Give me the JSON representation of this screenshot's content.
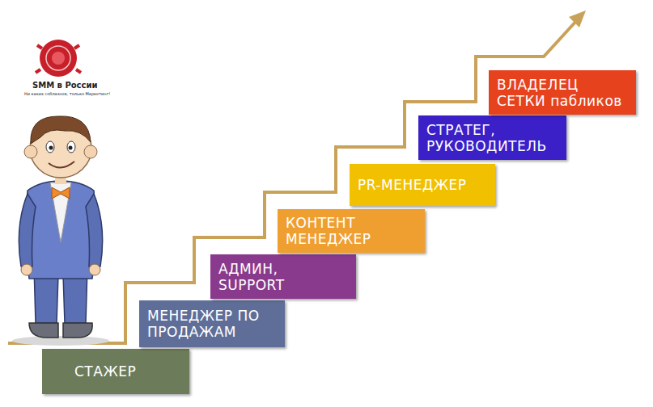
{
  "diagram": {
    "nodes": [
      {
        "text": [
          "СТАЖЕР"
        ]
      },
      {
        "text": [
          "МЕНЕДЖЕР ПО ПРОДАЖАМ"
        ]
      },
      {
        "text": [
          "АДМИН, SUPPORT"
        ]
      },
      {
        "text": [
          "КОНТЕНТ МЕНЕДЖЕР"
        ]
      },
      {
        "text": [
          "PR-МЕНЕДЖЕР"
        ]
      },
      {
        "text": [
          "СТРАТЕГ, РУКОВОДИТЕЛЬ"
        ]
      },
      {
        "text": [
          "ВЛАДЕЛЕЦ СЕТКИ пабликов"
        ]
      }
    ],
    "labels": [
      "SMM в России",
      "Ни каких соблазнов, только Маркетинг!"
    ]
  }
}
